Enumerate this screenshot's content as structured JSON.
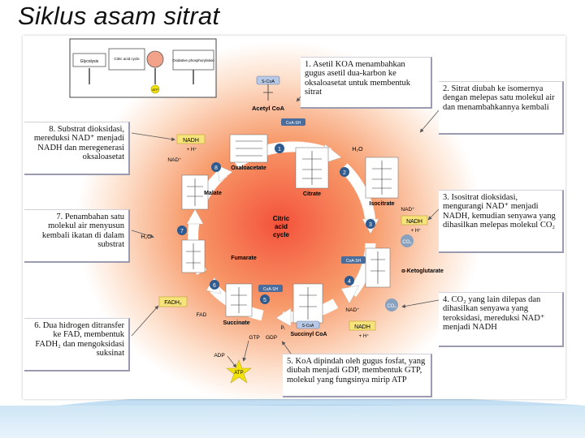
{
  "slide": {
    "title": "Siklus asam sitrat"
  },
  "overview": {
    "glycolysis": "Glycolysis",
    "citric_cycle": "Citric acid cycle",
    "oxphos": "Oxidative phosphorylation",
    "atp": "ATP"
  },
  "diagram": {
    "center_label_1": "Citric",
    "center_label_2": "acid",
    "center_label_3": "cycle",
    "acetyl_coa": "Acetyl CoA",
    "s_coa": "S-CoA",
    "coa_sh": "CoA-SH",
    "oxaloacetate": "Oxaloacetate",
    "citrate": "Citrate",
    "isocitrate": "Isocitrate",
    "alpha_kg": "α-Ketoglutarate",
    "succinyl_coa": "Succinyl CoA",
    "succinate": "Succinate",
    "fumarate": "Fumarate",
    "malate": "Malate",
    "h2o": "H₂O",
    "nadh": "NADH",
    "nad_plus": "NAD⁺",
    "h_plus": "+ H⁺",
    "fadh2": "FADH₂",
    "fad": "FAD",
    "gtp": "GTP",
    "gdp": "GDP",
    "adp": "ADP",
    "atp": "ATP",
    "pi": "Pᵢ",
    "co2": "CO₂",
    "steps": [
      "1",
      "2",
      "3",
      "4",
      "5",
      "6",
      "7",
      "8"
    ]
  },
  "notes": {
    "n1": "1. Asetil KOA menambahkan gugus asetil dua-karbon ke oksaloasetat untuk membentuk sitrat",
    "n2": "2. Sitrat diubah ke isomernya dengan melepas satu molekul air dan menambahkannya kembali",
    "n3": "3. Isositrat dioksidasi, mengurangi NAD⁺ menjadi NADH, kemudian senyawa yang dihasilkan melepas molekul CO₂",
    "n4": "4. CO₂ yang lain dilepas dan dihasilkan senyawa yang teroksidasi, mereduksi NAD⁺ menjadi NADH",
    "n5": "5. KoA dipindah oleh gugus fosfat, yang diubah menjadi GDP, membentuk GTP, molekul yang fungsinya mirip ATP",
    "n6": "6. Dua hidrogen ditransfer ke FAD, membentuk FADH₂ dan mengoksidasi suksinat",
    "n7": "7. Penambahan satu molekul air menyusun kembali ikatan di dalam substrat",
    "n8": "8. Substrat dioksidasi, mereduksi NAD⁺ menjadi NADH dan meregenerasi oksaloasetat"
  },
  "colors": {
    "gradient_center": "#f4523a",
    "gradient_edge": "#ffffff",
    "arrow": "#ffffff",
    "step_circle": "#2f5b8e",
    "label_box": "#f6e37a",
    "atp_star": "#f2e20a"
  }
}
